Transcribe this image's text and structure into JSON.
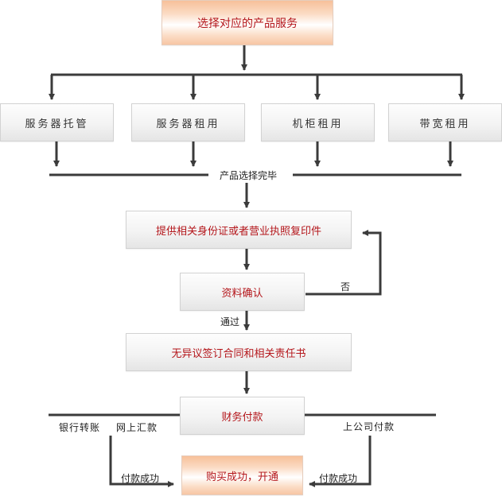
{
  "colors": {
    "line": "#3b3b3b",
    "accent_text": "#b4161b",
    "neutral_text": "#333333",
    "highlight_fill": "#f7c09a"
  },
  "nodes": {
    "start": "选择对应的产品服务",
    "services": [
      "服务器托管",
      "服务器租用",
      "机柜租用",
      "带宽租用"
    ],
    "provide_docs": "提供相关身份证或者营业执照复印件",
    "verify": "资料确认",
    "contract": "无异议签订合同和相关责任书",
    "payment": "财务付款",
    "finish": "购买成功，开通"
  },
  "labels": {
    "selection_done": "产品选择完毕",
    "reject": "否",
    "pass": "通过",
    "bank_transfer": "银行转账",
    "online_remit": "网上汇款",
    "onsite_pay": "上公司付款",
    "pay_success_left": "付款成功",
    "pay_success_right": "付款成功"
  }
}
